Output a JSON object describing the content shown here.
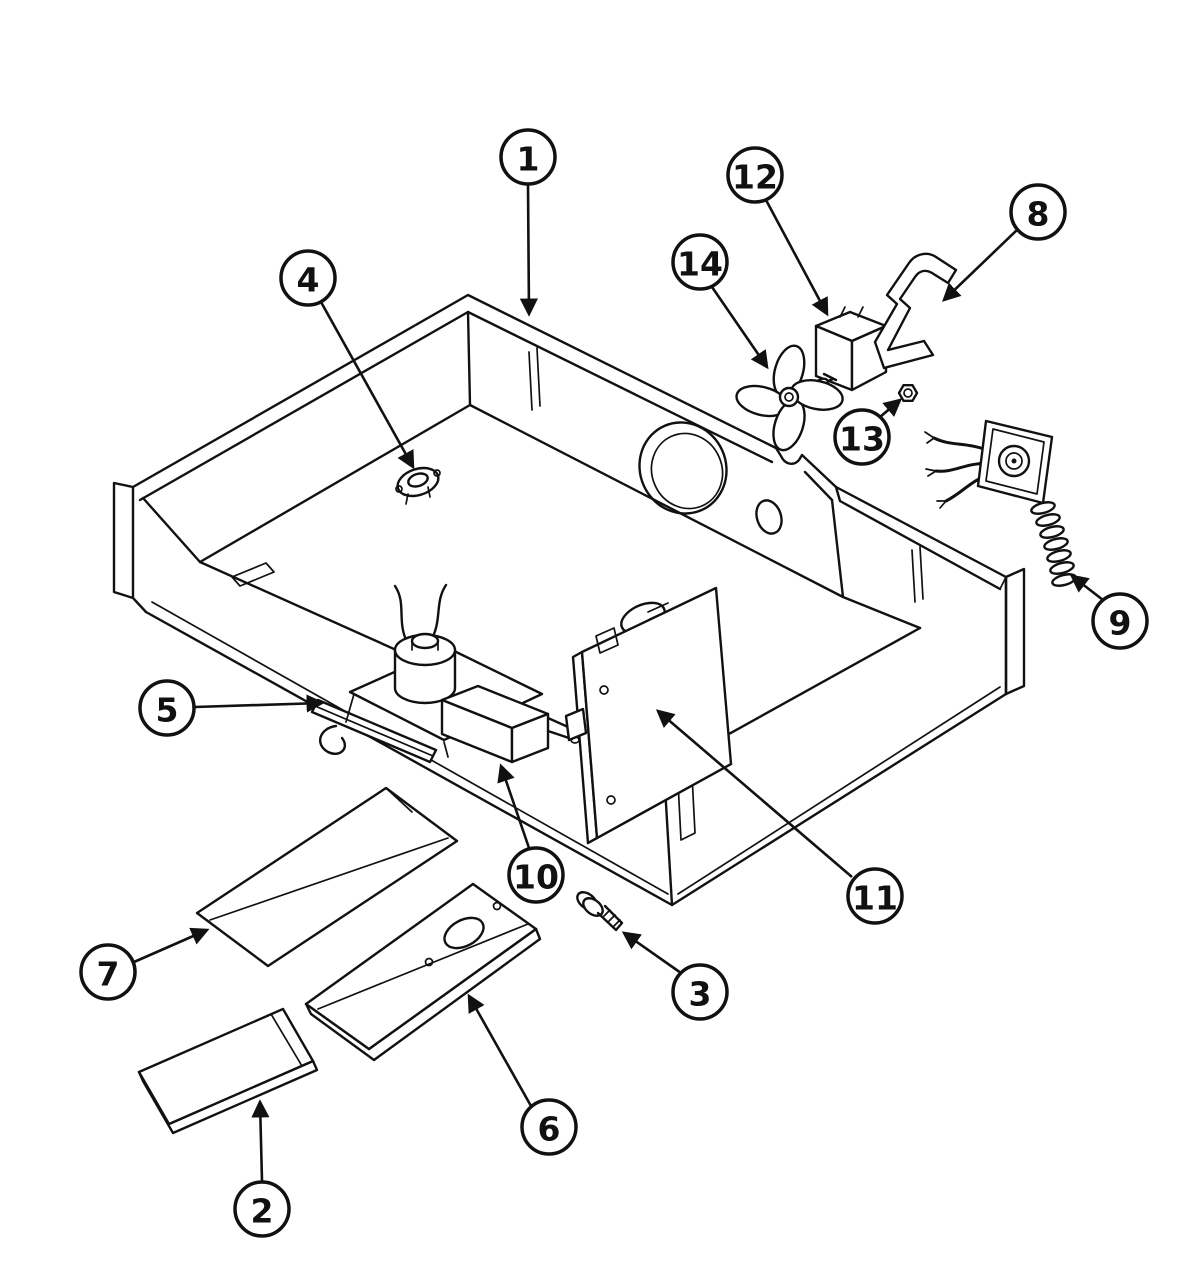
{
  "page": {
    "background": "#ffffff",
    "ink": "#111111"
  },
  "diagram": {
    "callouts": [
      {
        "label": "1"
      },
      {
        "label": "2"
      },
      {
        "label": "3"
      },
      {
        "label": "4"
      },
      {
        "label": "5"
      },
      {
        "label": "6"
      },
      {
        "label": "7"
      },
      {
        "label": "8"
      },
      {
        "label": "9"
      },
      {
        "label": "10"
      },
      {
        "label": "11"
      },
      {
        "label": "12"
      },
      {
        "label": "13"
      },
      {
        "label": "14"
      }
    ]
  }
}
